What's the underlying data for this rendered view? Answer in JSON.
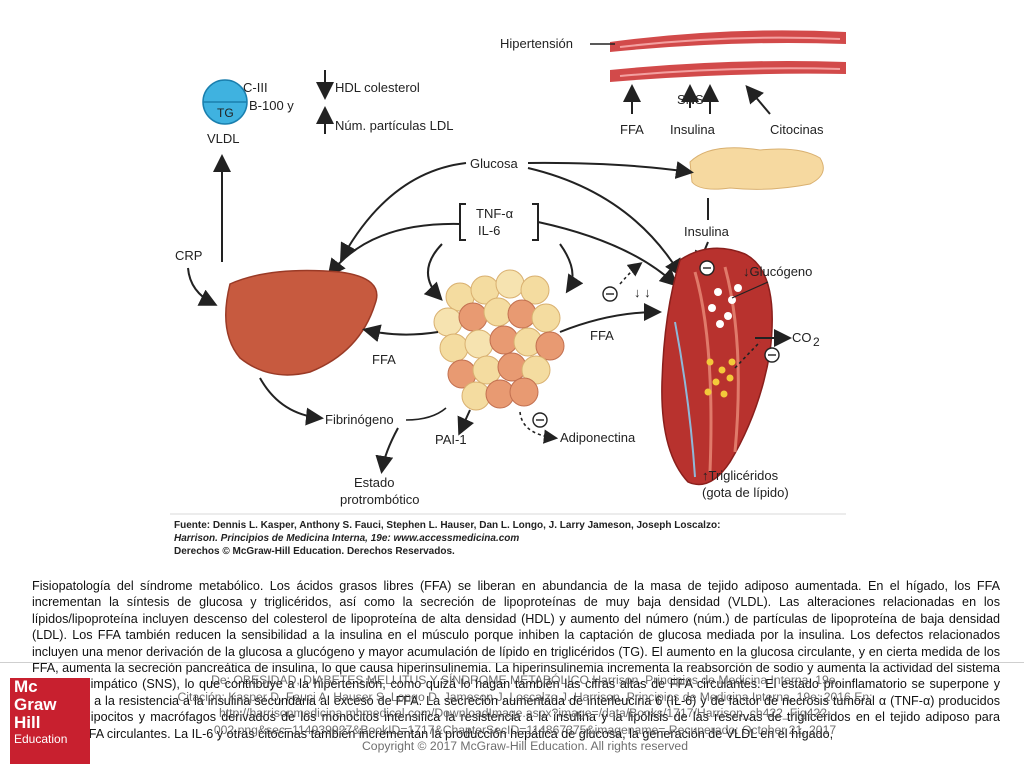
{
  "figure": {
    "labels": {
      "hypertension": "Hipertensión",
      "sns": "SNS",
      "ffa_top": "FFA",
      "insulin_top": "Insulina",
      "cytokines": "Citocinas",
      "c3": "C-III",
      "b100": "B-100 y",
      "tg": "TG",
      "vldl": "VLDL",
      "hdl": "HDL colesterol",
      "ldl": "Núm. partículas LDL",
      "glucose": "Glucosa",
      "tnf": "TNF-α",
      "il6": "IL-6",
      "insulin_mid": "Insulina",
      "glycogen": "↓Glucógeno",
      "crp": "CRP",
      "ffa_right": "FFA",
      "co2": "CO",
      "co2_sub": "2",
      "ffa_left": "FFA",
      "fibrinogen": "Fibrinógeno",
      "pai1": "PAI-1",
      "adiponectin": "Adiponectina",
      "prothrombotic_1": "Estado",
      "prothrombotic_2": "protrombótico",
      "triglycerides_1": "↑Triglicéridos",
      "triglycerides_2": "(gota de lípido)"
    },
    "source": {
      "line1": "Fuente: Dennis L. Kasper, Anthony S. Fauci, Stephen L. Hauser, Dan L. Longo, J. Larry Jameson, Joseph Loscalzo:",
      "line2": "Harrison. Principios de Medicina Interna, 19e: www.accessmedicina.com",
      "line3": "Derechos © McGraw-Hill Education. Derechos Reservados."
    }
  },
  "caption": "Fisiopatología del síndrome metabólico. Los ácidos grasos libres (FFA) se liberan en abundancia de la masa de tejido adiposo aumentada. En el hígado, los FFA incrementan la síntesis de glucosa y triglicéridos, así como la secreción de lipoproteínas de muy baja densidad (VLDL). Las alteraciones relacionadas en los lípidos/lipoproteína incluyen descenso del colesterol de lipoproteína de alta densidad (HDL) y aumento del número (núm.) de partículas de lipoproteína de baja densidad (LDL). Los FFA también reducen la sensibilidad a la insulina en el músculo porque inhiben la captación de glucosa mediada por la insulina. Los defectos relacionados incluyen una menor derivación de la glucosa a glucógeno y mayor acumulación de lípido en triglicéridos (TG). El aumento en la glucosa circulante, y en cierta medida de los FFA, aumenta la secreción pancreática de insulina, lo que causa hiperinsulinemia. La hiperinsulinemia incrementa la reabsorción de sodio y aumenta la actividad del sistema nervioso simpático (SNS), lo que contribuye a la hipertensión, como quizá lo hagan también las cifras altas de FFA circulantes. El estado proinflamatorio se superpone y contribuye a la resistencia a la insulina secundaria al exceso de FFA. La secreción aumentada de interleucina 6 (IL-6) y de factor de necrosis tumoral α (TNF-α) producidos por los adipocitos y macrófagos derivados de los monocitos intensifica la resistencia a la insulina y la lipólisis de las reservas de triglicéridos en el tejido adiposo para producir FFA circulantes. La IL-6 y otras citocinas también incrementan la producción hepática de glucosa, la generación de VLDL en el hígado,",
  "logo": {
    "line1": "Mc",
    "line2": "Graw",
    "line3": "Hill",
    "line4": "Education"
  },
  "overlay": {
    "line1": "De: OBESIDAD, DIABETES MELLITUS Y SÍNDROME METABÓLICO Harrison. Principios de Medicina Interna, 19e,",
    "line2": "Citación: Kasper D, Fauci A, Hauser S, Longo D, Jameson J, Loscalzo J. Harrison. Principios de Medicina Interna, 19e; 2016 En:",
    "line3": "http://harrisonmedicina.mhmedical.com/DownloadImage.aspx?image=/data/Books/1717/Harrison_ch422_Fig422-",
    "line4": "002.png&sec=114939927&BookID=1717&ChapterSecID=114867375&imagename= Recuperado: October 21, 2017",
    "line5": "Copyright © 2017 McGraw-Hill Education. All rights reserved"
  },
  "colors": {
    "liver": "#c75a3f",
    "fat_light": "#f4dca0",
    "fat_dark": "#e89a72",
    "muscle": "#b8322e",
    "vessel": "#d24a4a",
    "vldl": "#3fb2e0",
    "brand_red": "#c8202f"
  }
}
